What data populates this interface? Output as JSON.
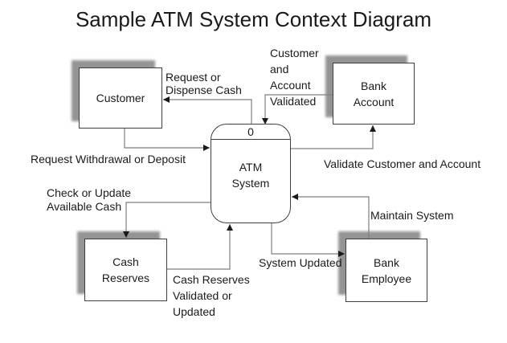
{
  "title": "Sample ATM System Context Diagram",
  "process": {
    "number": "0",
    "name": "ATM\nSystem"
  },
  "entities": {
    "customer": {
      "name": "Customer"
    },
    "bank_account": {
      "name": "Bank\nAccount"
    },
    "cash_reserves": {
      "name": "Cash\nReserves"
    },
    "bank_employee": {
      "name": "Bank\nEmployee"
    }
  },
  "flows": {
    "request_withdrawal_or_deposit": {
      "label": "Request Withdrawal or Deposit",
      "from": "Customer",
      "to": "ATM System"
    },
    "request_or_dispense_cash": {
      "label": "Request or\nDispense Cash",
      "from": "ATM System",
      "to": "Customer"
    },
    "validate_customer_and_account": {
      "label": "Validate Customer and Account",
      "from": "ATM System",
      "to": "Bank Account"
    },
    "customer_and_account_validated": {
      "label": "Customer\nand\nAccount\nValidated",
      "from": "Bank Account",
      "to": "ATM System"
    },
    "check_or_update_available_cash": {
      "label": "Check or Update\nAvailable Cash",
      "from": "ATM System",
      "to": "Cash Reserves"
    },
    "cash_reserves_validated_or_updated": {
      "label": "Cash Reserves\nValidated or\nUpdated",
      "from": "Cash Reserves",
      "to": "ATM System"
    },
    "system_updated": {
      "label": "System Updated",
      "from": "ATM System",
      "to": "Bank Employee"
    },
    "maintain_system": {
      "label": "Maintain System",
      "from": "Bank Employee",
      "to": "ATM System"
    }
  },
  "colors": {
    "background": "#ffffff",
    "box_fill": "#ffffff",
    "box_border": "#3f3f3f",
    "box_shadow": "#888888",
    "connector_line": "#7f7f7f",
    "arrowhead": "#1a1a1a",
    "text": "#1a1a1a"
  }
}
